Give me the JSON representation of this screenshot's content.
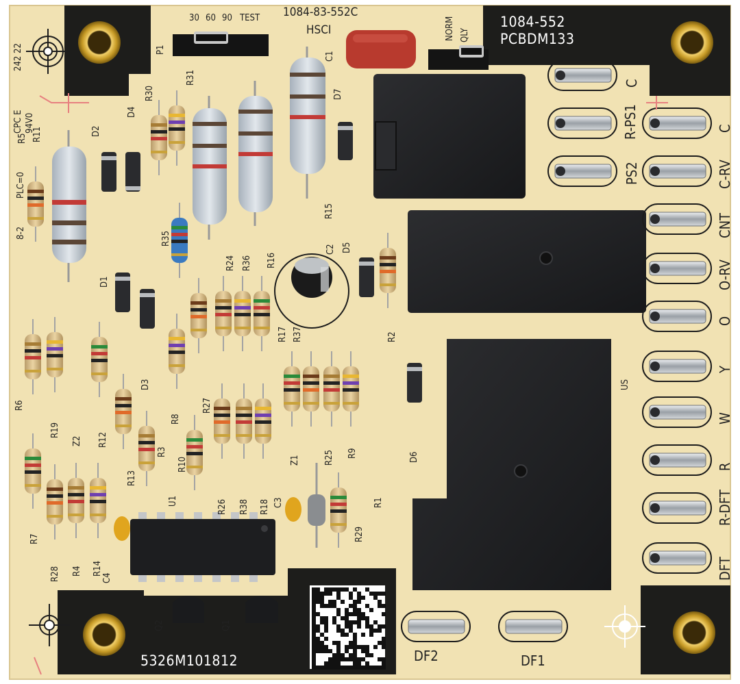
{
  "board": {
    "part_number_top": "1084-83-552C",
    "part_number_top_right_1": "1084-552",
    "part_number_top_right_2": "PCBDM133",
    "hsci": "HSCI",
    "serial_bottom": "5326M101812",
    "cpc_marking": "CPC E",
    "vo_marking": "94V0",
    "date_marking": "242 22",
    "plc_marking": "PLC=0",
    "rev_marking": "8-2",
    "norm_marking": "NORM",
    "quiet_marking": "QLY",
    "ul_marking": "US"
  },
  "jumper_p1": {
    "label": "P1",
    "positions": [
      "30",
      "60",
      "90",
      "TEST"
    ]
  },
  "terminals": {
    "right": [
      "C",
      "R-PS1",
      "C",
      "PS2",
      "C-RV",
      "CNT",
      "O-RV",
      "O",
      "Y",
      "W",
      "R",
      "R-DFT",
      "DFT"
    ],
    "bottom": [
      "DF2",
      "DF1"
    ]
  },
  "components": {
    "resistors": [
      "R5",
      "R11",
      "R30",
      "R31",
      "R35",
      "R24",
      "R36",
      "R16",
      "R15",
      "R17",
      "R37",
      "R2",
      "R6",
      "R19",
      "R12",
      "R13",
      "R3",
      "R8",
      "R10",
      "R27",
      "R26",
      "R38",
      "R18",
      "R25",
      "R9",
      "R1",
      "R7",
      "R28",
      "R4",
      "R14",
      "R29"
    ],
    "diodes": [
      "D1",
      "D2",
      "D3",
      "D4",
      "D5",
      "D6",
      "D7"
    ],
    "zeners": [
      "Z1",
      "Z2"
    ],
    "capacitors": [
      "C1",
      "C2",
      "C3",
      "C4"
    ],
    "transistors": [
      "Q1",
      "Q2"
    ],
    "ic": "U1"
  },
  "colors": {
    "board": "#f1e2b3",
    "mask_dark": "#1d1d1b",
    "relay": "#202123",
    "brass": "#c69a26",
    "silk": "#1c1c1c"
  }
}
